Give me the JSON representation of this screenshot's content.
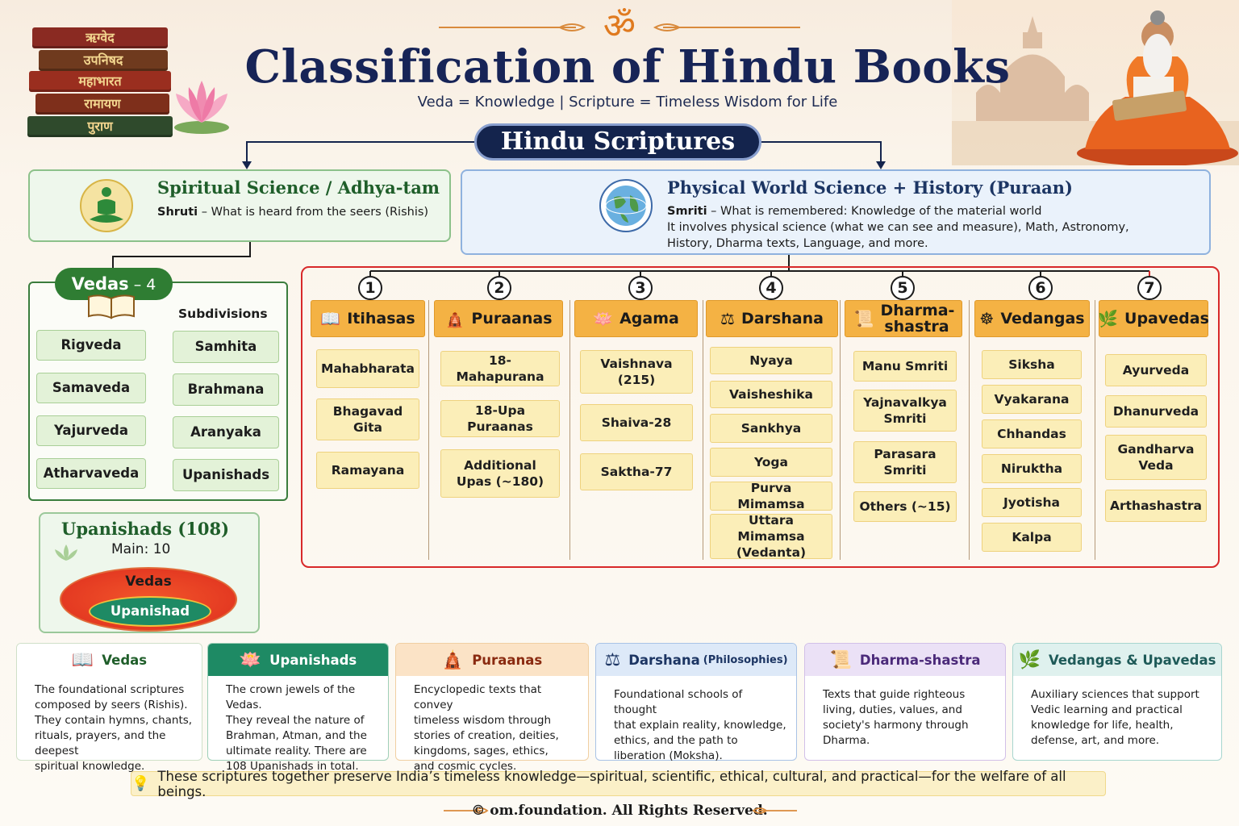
{
  "header": {
    "om_symbol": "ॐ",
    "title": "Classification of Hindu Books",
    "subtitle": "Veda =  Knowledge   |   Scripture = Timeless Wisdom for Life",
    "book_spines": [
      "ऋग्वेद",
      "उपनिषद",
      "महाभारत",
      "रामायण",
      "पुराण"
    ]
  },
  "root": "Hindu Scriptures",
  "spiritual": {
    "title": "Spiritual Science / Adhya-tam",
    "term": "Shruti",
    "desc": " – What is heard from the seers (Rishis)"
  },
  "physical": {
    "title": "Physical World Science + History (Puraan)",
    "term": "Smriti",
    "desc": " – What is remembered: Knowledge of the material world",
    "line2": "It involves physical science (what we can see and measure), Math, Astronomy,",
    "line3": "History, Dharma texts, Language, and more."
  },
  "vedas": {
    "label": "Vedas",
    "count": " – 4",
    "subdivisions_label": "Subdivisions",
    "items": [
      "Rigveda",
      "Samaveda",
      "Yajurveda",
      "Atharvaveda"
    ],
    "subdivisions": [
      "Samhita",
      "Brahmana",
      "Aranyaka",
      "Upanishads"
    ]
  },
  "upanishads": {
    "title": "Upanishads (108)",
    "main": "Main: 10",
    "outer": "Vedas",
    "inner": "Upanishad"
  },
  "categories": [
    {
      "num": "1",
      "name": "Itihasas",
      "items": [
        "Mahabharata",
        "Bhagavad Gita",
        "Ramayana"
      ]
    },
    {
      "num": "2",
      "name": "Puraanas",
      "items": [
        "18-Mahapurana",
        "18-Upa Puraanas",
        "Additional Upas (~180)"
      ]
    },
    {
      "num": "3",
      "name": "Agama",
      "items": [
        "Vaishnava (215)",
        "Shaiva-28",
        "Saktha-77"
      ]
    },
    {
      "num": "4",
      "name": "Darshana",
      "items": [
        "Nyaya",
        "Vaisheshika",
        "Sankhya",
        "Yoga",
        "Purva Mimamsa",
        "Uttara Mimamsa (Vedanta)"
      ]
    },
    {
      "num": "5",
      "name": "Dharma-shastra",
      "items": [
        "Manu Smriti",
        "Yajnavalkya Smriti",
        "Parasara Smriti",
        "Others (~15)"
      ]
    },
    {
      "num": "6",
      "name": "Vedangas",
      "items": [
        "Siksha",
        "Vyakarana",
        "Chhandas",
        "Niruktha",
        "Jyotisha",
        "Kalpa"
      ]
    },
    {
      "num": "7",
      "name": "Upavedas",
      "items": [
        "Ayurveda",
        "Dhanurveda",
        "Gandharva Veda",
        "Arthashastra"
      ]
    }
  ],
  "cards": [
    {
      "title": "Vedas",
      "sub": "",
      "lines": [
        "The foundational scriptures",
        "composed by seers (Rishis).",
        "They contain hymns, chants,",
        "rituals, prayers, and the deepest",
        "spiritual knowledge."
      ]
    },
    {
      "title": "Upanishads",
      "sub": "",
      "lines": [
        "The crown jewels of the Vedas.",
        "They reveal the nature of",
        "Brahman, Atman, and the",
        "ultimate reality. There are",
        "108 Upanishads in total."
      ]
    },
    {
      "title": "Puraanas",
      "sub": "",
      "lines": [
        "Encyclopedic texts that convey",
        "timeless wisdom through",
        "stories of creation, deities,",
        "kingdoms, sages, ethics,",
        "and cosmic cycles."
      ]
    },
    {
      "title": "Darshana",
      "sub": "(Philosophies)",
      "lines": [
        "Foundational schools of thought",
        "that explain reality, knowledge,",
        "ethics, and the path to",
        "liberation (Moksha)."
      ]
    },
    {
      "title": "Dharma-shastra",
      "sub": "",
      "lines": [
        "Texts that guide righteous",
        "living, duties, values, and",
        "society's harmony through",
        "Dharma."
      ]
    },
    {
      "title": "Vedangas & Upavedas",
      "sub": "",
      "lines": [
        "Auxiliary sciences that support",
        "Vedic learning and practical",
        "knowledge for life, health,",
        "defense, art, and more."
      ]
    }
  ],
  "note": "These scriptures together preserve India’s timeless knowledge—spiritual, scientific, ethical, cultural, and practical—for the welfare of all beings.",
  "copyright": "© om.foundation. All Rights Reserved."
}
